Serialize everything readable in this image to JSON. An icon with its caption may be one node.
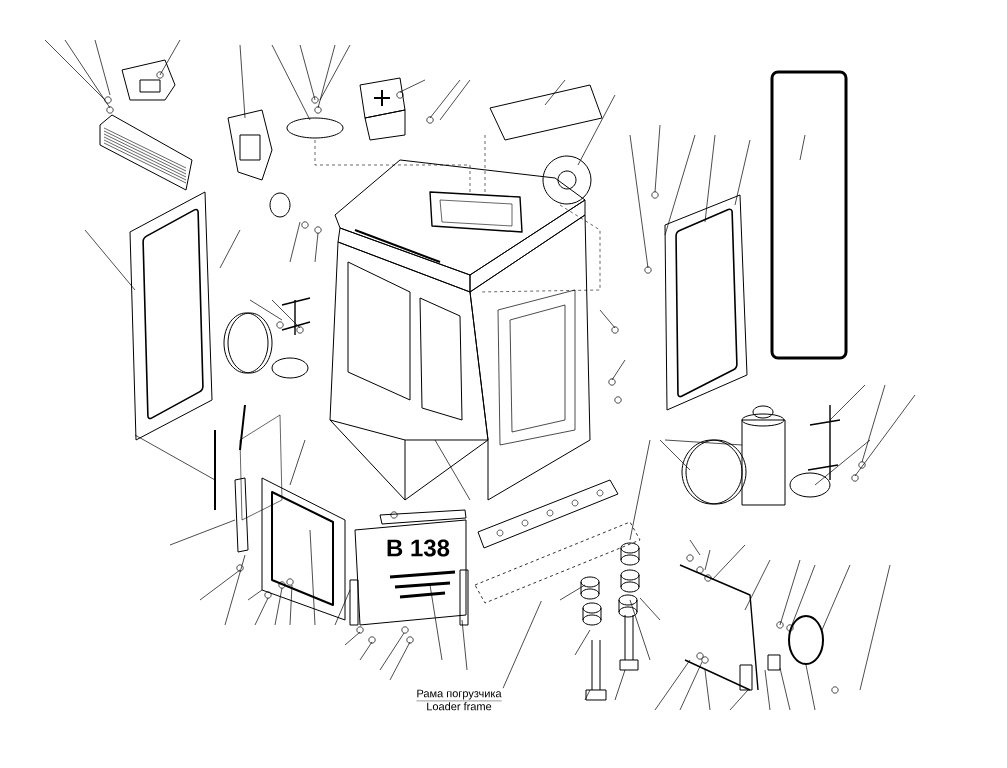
{
  "diagram": {
    "nodes": [
      {
        "text": [
          "Рама погрузчика",
          "Loader frame"
        ]
      },
      {
        "text": [],
        "shape": "picture"
      }
    ],
    "edges": [
      {
        "from": 0,
        "to": 1,
        "arrow": "none"
      }
    ],
    "labels": [
      "B 138"
    ]
  }
}
